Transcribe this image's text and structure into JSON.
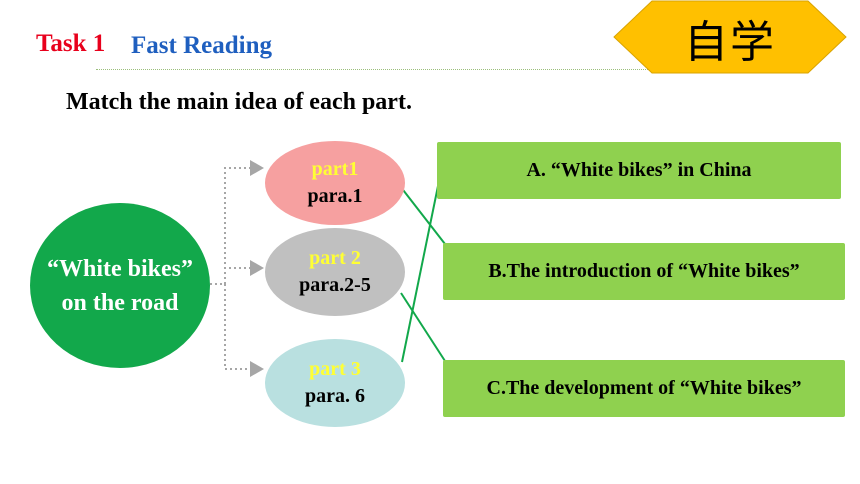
{
  "header": {
    "task_label": "Task 1",
    "task_title": "Fast Reading",
    "badge": "自学"
  },
  "instruction": "Match the main idea of each part.",
  "center": {
    "text": "“White bikes” on the road"
  },
  "parts": [
    {
      "label": "part1",
      "para": "para.1"
    },
    {
      "label": "part 2",
      "para": "para.2-5"
    },
    {
      "label": "part 3",
      "para": "para. 6"
    }
  ],
  "ideas": [
    {
      "text": "A. “White bikes” in China"
    },
    {
      "text": "B.The introduction of “White bikes”"
    },
    {
      "text": "C.The development of “White bikes”"
    }
  ],
  "colors": {
    "task_label": "#e8001c",
    "task_title": "#1f5fbf",
    "badge": "#ffc000",
    "center": "#12a84b",
    "part1": "#f6a0a0",
    "part2": "#c0c0c0",
    "part3": "#b9e0e0",
    "idea_box": "#8fd14f",
    "link_line": "#12a84b"
  }
}
